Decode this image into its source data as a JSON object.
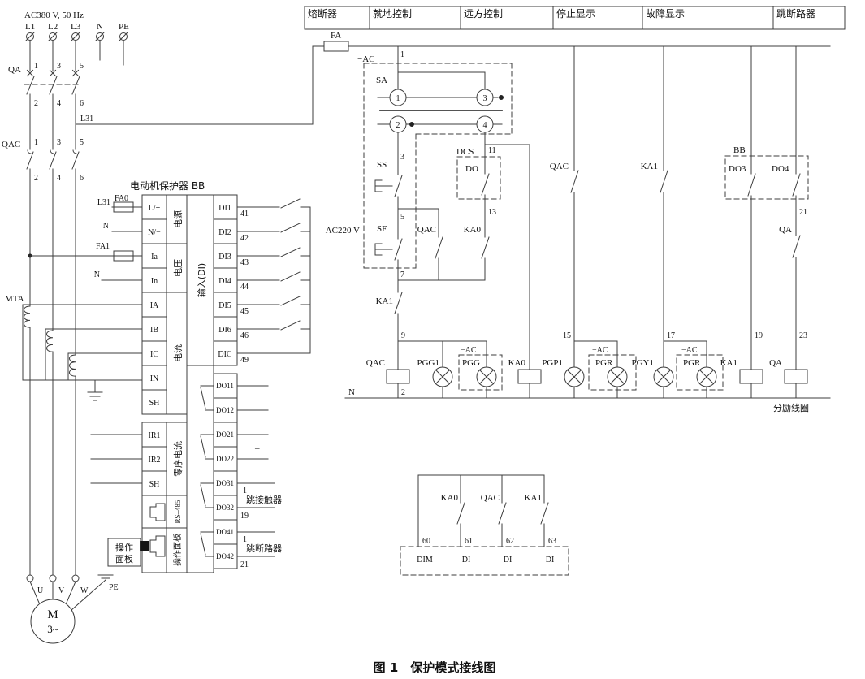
{
  "caption": "图 1　保护模式接线图",
  "header": {
    "cells": [
      {
        "label": "熔断器",
        "tag": "–"
      },
      {
        "label": "就地控制",
        "tag": "–"
      },
      {
        "label": "远方控制",
        "tag": "–"
      },
      {
        "label": "停止显示",
        "tag": "–"
      },
      {
        "label": "故障显示",
        "tag": "–"
      },
      {
        "label": "跳断路器",
        "tag": "–"
      }
    ]
  },
  "supply": {
    "rating": "AC380 V, 50 Hz",
    "phases": [
      "L1",
      "L2",
      "L3",
      "N",
      "PE"
    ]
  },
  "breaker": {
    "label": "QA",
    "top": [
      "1",
      "3",
      "5"
    ],
    "bottom": [
      "2",
      "4",
      "6"
    ]
  },
  "contactor": {
    "label": "QAC",
    "top": [
      "1",
      "3",
      "5"
    ],
    "bottom": [
      "2",
      "4",
      "6"
    ]
  },
  "wire_l31": "L31",
  "ct": {
    "label": "MTA"
  },
  "protector": {
    "title": "电动机保护器 BB",
    "feeds": {
      "l31": "L31",
      "fa0": "FA0",
      "n1": "N",
      "fa1": "FA1",
      "n2": "N"
    },
    "terminals": [
      "L/+",
      "N/−",
      "Ia",
      "In",
      "IA",
      "IB",
      "IC",
      "IN",
      "SH",
      "IR1",
      "IR2",
      "SH"
    ],
    "groups": {
      "power": "电源",
      "voltage": "电压",
      "current": "电流",
      "zero_seq": "零序电流",
      "rs485": "RS–485",
      "panel": "操作面板"
    },
    "input_di": "输入(DI)",
    "di": [
      {
        "t": "DI1",
        "w": "41"
      },
      {
        "t": "DI2",
        "w": "42"
      },
      {
        "t": "DI3",
        "w": "43"
      },
      {
        "t": "DI4",
        "w": "44"
      },
      {
        "t": "DI5",
        "w": "45"
      },
      {
        "t": "DI6",
        "w": "46"
      },
      {
        "t": "DIC",
        "w": "49"
      }
    ],
    "do": [
      "DO11",
      "DO12",
      "DO21",
      "DO22",
      "DO31",
      "DO32",
      "DO41",
      "DO42"
    ],
    "do_notes": {
      "dash1": "–",
      "dash2": "–",
      "w31": "1",
      "trip_contactor": "跳接触器",
      "w32": "19",
      "w41": "1",
      "trip_breaker": "跳断路器",
      "w42": "21"
    },
    "panel_box": {
      "line1": "操作",
      "line2": "面板"
    }
  },
  "motor": {
    "m": "M",
    "ph": "3~",
    "u": "U",
    "v": "V",
    "w": "W",
    "pe": "PE"
  },
  "control": {
    "fa": "FA",
    "neg_ac": "−AC",
    "ac220": "AC220 V",
    "sa": {
      "label": "SA",
      "c1": "1",
      "c3": "3",
      "c2": "2",
      "c4": "4"
    },
    "wires": {
      "w1": "1",
      "w3": "3",
      "w5": "5",
      "w7": "7",
      "w9": "9",
      "w2": "2",
      "w11": "11",
      "w13": "13",
      "w15": "15",
      "w17": "17",
      "w19": "19",
      "w21": "21",
      "w23": "23"
    },
    "ss": "SS",
    "sf": "SF",
    "qac_aux": "QAC",
    "ka0_contact": "KA0",
    "ka1_nc": "KA1",
    "dcs": {
      "label": "DCS",
      "do": "DO"
    },
    "n": "N",
    "coils": {
      "qac": "QAC",
      "ka0": "KA0",
      "ka1": "KA1",
      "qa": "QA"
    },
    "lamps": {
      "pgg1": "PGG1",
      "pgg": "PGG",
      "pgp1": "PGP1",
      "pgr1": "PGR",
      "pgy1": "PGY1",
      "pgr2": "PGR"
    },
    "ac_tags": [
      "−AC",
      "−AC",
      "−AC"
    ],
    "stop_qac": "QAC",
    "fault_ka1": "KA1",
    "bb": {
      "label": "BB",
      "do3": "DO3",
      "do4": "DO4"
    },
    "qa_contact": "QA",
    "shunt": "分励线圈"
  },
  "dcs_inputs": {
    "ka0": "KA0",
    "qac": "QAC",
    "ka1": "KA1",
    "w60": "60",
    "w61": "61",
    "w62": "62",
    "w63": "63",
    "t60": "DIM",
    "t61": "DI",
    "t62": "DI",
    "t63": "DI"
  }
}
